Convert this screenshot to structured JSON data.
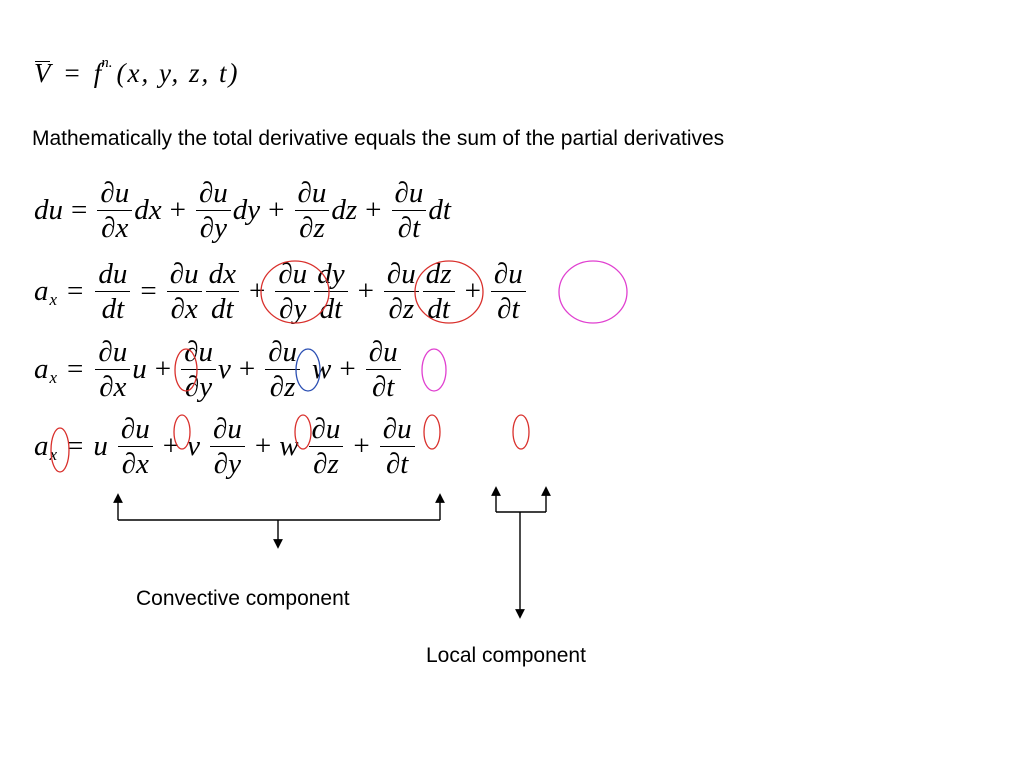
{
  "velocity_eq": {
    "lhs": "V",
    "eq": "=",
    "fn": "f",
    "sup": "n.",
    "args": "(x, y, z, t)"
  },
  "sentence": "Mathematically the total derivative equals the sum of the partial derivatives",
  "symbols": {
    "partial_u": "∂u",
    "partial_x": "∂x",
    "partial_y": "∂y",
    "partial_z": "∂z",
    "partial_t": "∂t",
    "du": "du",
    "dt": "dt",
    "dx": "dx",
    "dy": "dy",
    "dz": "dz",
    "a": "a",
    "sub_x": "x",
    "u": "u",
    "v": "v",
    "w": "w",
    "eq": "=",
    "plus": "+"
  },
  "labels": {
    "convective": "Convective component",
    "local": "Local component"
  },
  "colors": {
    "red": "#d9302c",
    "blue": "#2b4fb3",
    "magenta": "#e040d0"
  }
}
